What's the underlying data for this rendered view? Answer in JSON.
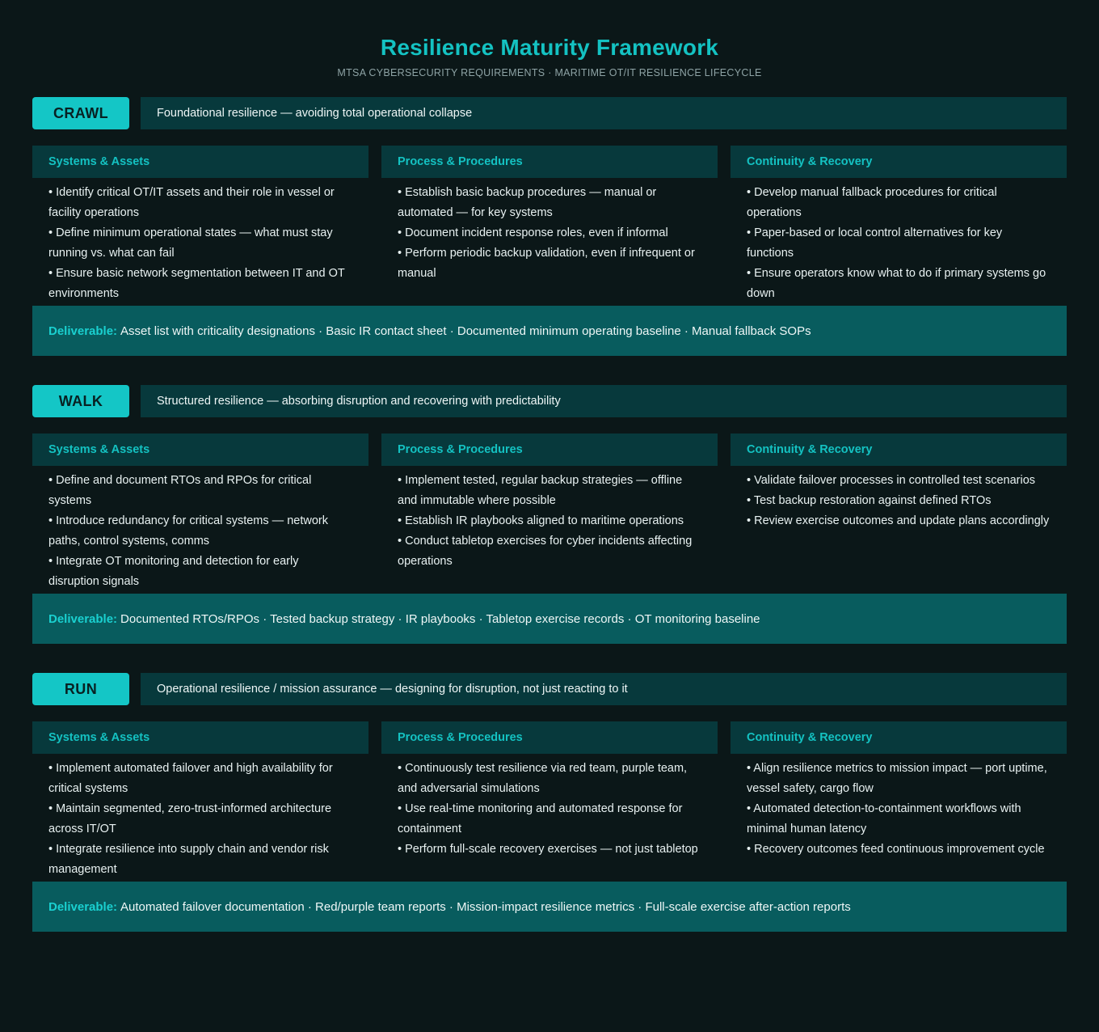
{
  "header": {
    "title": "Resilience Maturity Framework",
    "subtitle": "MTSA CYBERSECURITY REQUIREMENTS · MARITIME OT/IT RESILIENCE LIFECYCLE"
  },
  "colors": {
    "background": "#0b1718",
    "accent": "#14c2c2",
    "panel": "#07393c",
    "deliverable": "#085c5e"
  },
  "stages": [
    {
      "badge": "CRAWL",
      "description": "Foundational resilience — avoiding total operational collapse",
      "columns": [
        {
          "title": "Systems & Assets",
          "items": [
            "• Identify critical OT/IT assets and their role in vessel or facility operations",
            "• Define minimum operational states — what must stay running vs. what can fail",
            "• Ensure basic network segmentation between IT and OT environments"
          ]
        },
        {
          "title": "Process & Procedures",
          "items": [
            "• Establish basic backup procedures — manual or automated — for key systems",
            "• Document incident response roles, even if informal",
            "• Perform periodic backup validation, even if infrequent or manual"
          ]
        },
        {
          "title": "Continuity & Recovery",
          "items": [
            "• Develop manual fallback procedures for critical operations",
            "• Paper-based or local control alternatives for key functions",
            "• Ensure operators know what to do if primary systems go down"
          ]
        }
      ],
      "deliverable_label": "Deliverable:",
      "deliverable_text": "Asset list with criticality designations · Basic IR contact sheet · Documented minimum operating baseline · Manual fallback SOPs"
    },
    {
      "badge": "WALK",
      "description": "Structured resilience — absorbing disruption and recovering with predictability",
      "columns": [
        {
          "title": "Systems & Assets",
          "items": [
            "• Define and document RTOs and RPOs for critical systems",
            "• Introduce redundancy for critical systems — network paths, control systems, comms",
            "• Integrate OT monitoring and detection for early disruption signals"
          ]
        },
        {
          "title": "Process & Procedures",
          "items": [
            "• Implement tested, regular backup strategies — offline and immutable where possible",
            "• Establish IR playbooks aligned to maritime operations",
            "• Conduct tabletop exercises for cyber incidents affecting operations"
          ]
        },
        {
          "title": "Continuity & Recovery",
          "items": [
            "• Validate failover processes in controlled test scenarios",
            "• Test backup restoration against defined RTOs",
            "• Review exercise outcomes and update plans accordingly"
          ]
        }
      ],
      "deliverable_label": "Deliverable:",
      "deliverable_text": "Documented RTOs/RPOs · Tested backup strategy · IR playbooks · Tabletop exercise records · OT monitoring baseline"
    },
    {
      "badge": "RUN",
      "description": "Operational resilience / mission assurance — designing for disruption, not just reacting to it",
      "columns": [
        {
          "title": "Systems & Assets",
          "items": [
            "• Implement automated failover and high availability for critical systems",
            "• Maintain segmented, zero-trust-informed architecture across IT/OT",
            "• Integrate resilience into supply chain and vendor risk management"
          ]
        },
        {
          "title": "Process & Procedures",
          "items": [
            "• Continuously test resilience via red team, purple team, and adversarial simulations",
            "• Use real-time monitoring and automated response for containment",
            "• Perform full-scale recovery exercises — not just tabletop"
          ]
        },
        {
          "title": "Continuity & Recovery",
          "items": [
            "• Align resilience metrics to mission impact — port uptime, vessel safety, cargo flow",
            "• Automated detection-to-containment workflows with minimal human latency",
            "• Recovery outcomes feed continuous improvement cycle"
          ]
        }
      ],
      "deliverable_label": "Deliverable:",
      "deliverable_text": "Automated failover documentation · Red/purple team reports · Mission-impact resilience metrics · Full-scale exercise after-action reports"
    }
  ]
}
